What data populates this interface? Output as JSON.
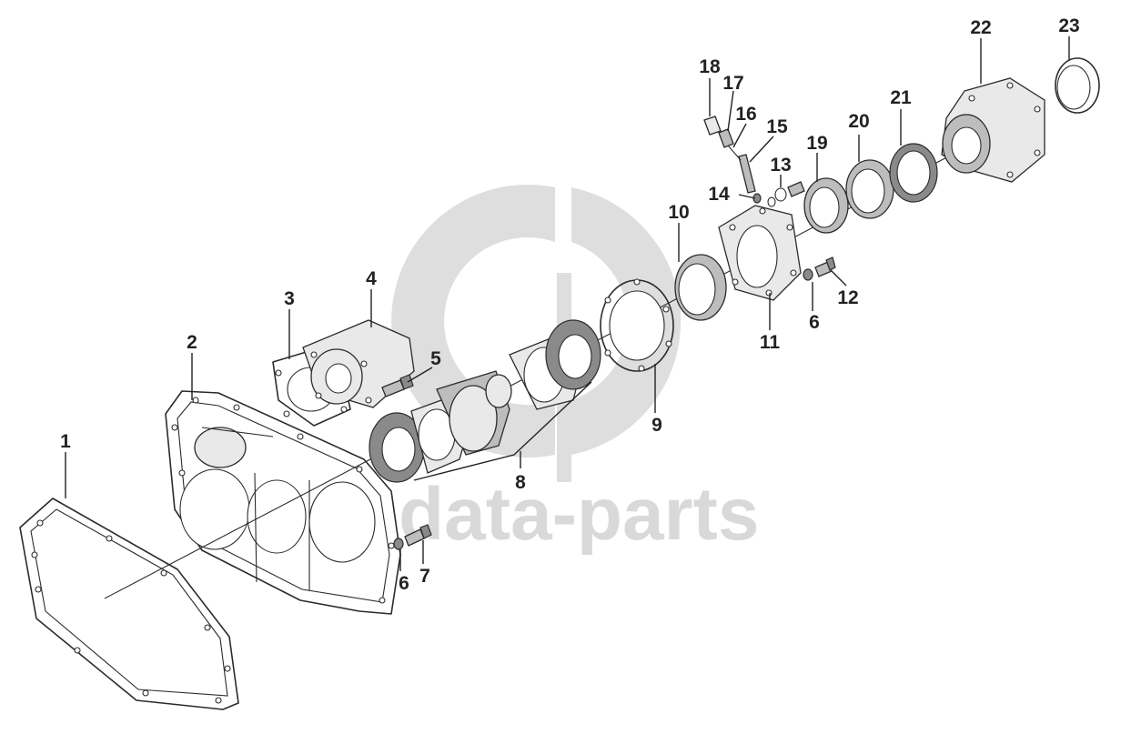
{
  "watermark": {
    "text": "data-parts",
    "color": "#d9d9d9"
  },
  "callouts": [
    "1",
    "2",
    "3",
    "4",
    "5",
    "6",
    "7",
    "8",
    "9",
    "10",
    "11",
    "12",
    "13",
    "14",
    "15",
    "16",
    "17",
    "18",
    "19",
    "20",
    "21",
    "22",
    "23"
  ],
  "colors": {
    "line": "#2b2b2b",
    "label": "#222222",
    "background": "#ffffff"
  }
}
